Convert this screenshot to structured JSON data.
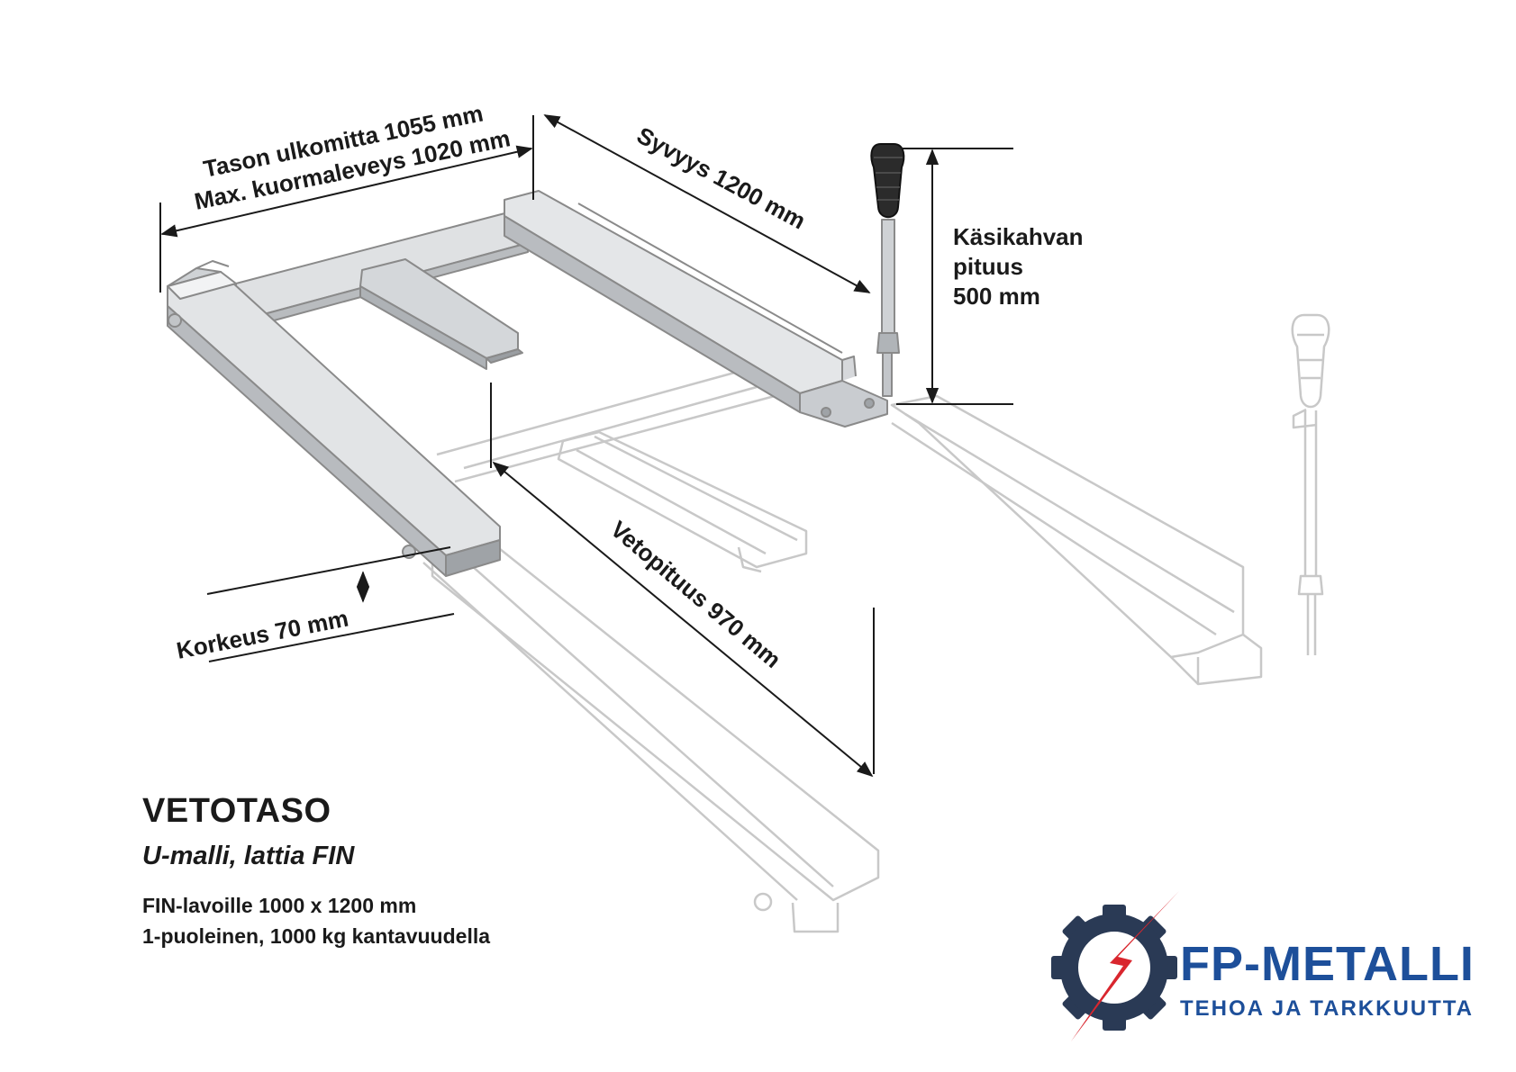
{
  "dimensions": {
    "width_line1": "Tason ulkomitta 1055 mm",
    "width_line2": "Max. kuormaleveys 1020 mm",
    "depth": "Syvyys 1200 mm",
    "handle_line1": "Käsikahvan",
    "handle_line2": "pituus",
    "handle_line3": "500 mm",
    "height": "Korkeus 70 mm",
    "pull_length": "Vetopituus 970 mm"
  },
  "product": {
    "title": "VETOTASO",
    "subtitle": "U-malli, lattia FIN",
    "line1": "FIN-lavoille 1000 x 1200 mm",
    "line2": "1-puoleinen, 1000 kg kantavuudella"
  },
  "brand": {
    "name": "FP-METALLI",
    "tagline": "TEHOA JA TARKKUUTTA",
    "logo_icon": "gear-lightning-icon",
    "primary_color": "#1d4f9a",
    "accent_color": "#d9262e"
  }
}
